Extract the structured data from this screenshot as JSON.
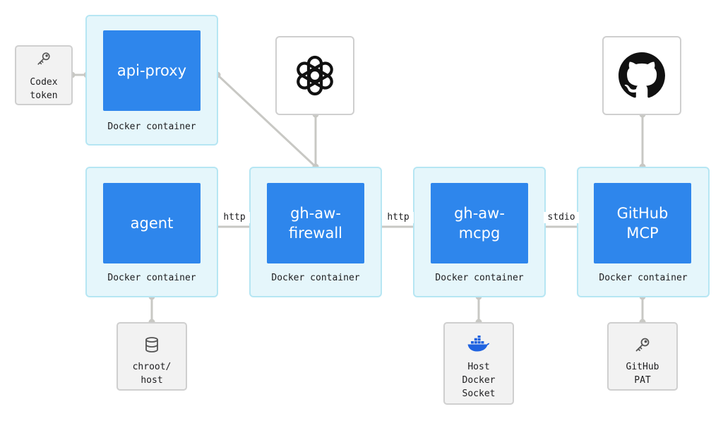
{
  "colors": {
    "container_fill": "#e5f6fb",
    "container_border": "#b6e6f3",
    "component_blue": "#2e86ec",
    "connector_gray": "#c8c8c4",
    "side_box_fill": "#f2f2f2",
    "docker_icon_blue": "#1f63e0",
    "text": "#1d1d1f"
  },
  "components": {
    "api_proxy": {
      "label": "api-proxy",
      "container_label": "Docker container"
    },
    "agent": {
      "label": "agent",
      "container_label": "Docker container"
    },
    "firewall": {
      "label": "gh-aw-\nfirewall",
      "container_label": "Docker container"
    },
    "mcpg": {
      "label": "gh-aw-\nmcpg",
      "container_label": "Docker container"
    },
    "github_mcp": {
      "label": "GitHub\nMCP",
      "container_label": "Docker container"
    }
  },
  "side_boxes": {
    "codex_token": {
      "label": "Codex\ntoken",
      "icon": "key-icon"
    },
    "chroot_host": {
      "label": "chroot/\nhost",
      "icon": "database-icon"
    },
    "docker_socket": {
      "label": "Host\nDocker\nSocket",
      "icon": "docker-icon"
    },
    "github_pat": {
      "label": "GitHub\nPAT",
      "icon": "key-icon"
    }
  },
  "logos": {
    "openai": {
      "icon": "openai-logo-icon"
    },
    "github": {
      "icon": "github-logo-icon"
    }
  },
  "edges": {
    "agent_firewall": "http",
    "firewall_mcpg": "http",
    "mcpg_github": "stdio"
  }
}
